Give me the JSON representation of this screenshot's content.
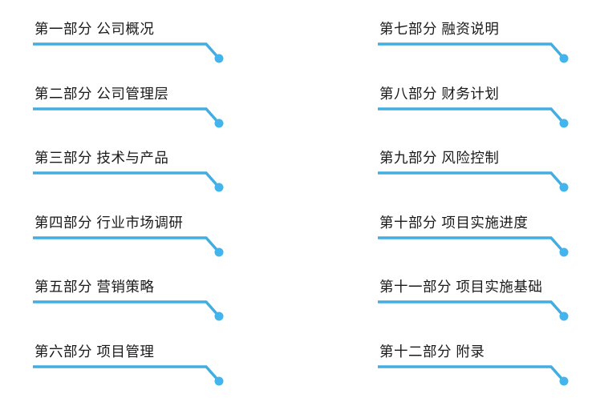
{
  "page": {
    "background_color": "#ffffff",
    "text_color": "#1a1a1a"
  },
  "toc": {
    "accent_line_color": "#42ade0",
    "dot_color": "#44b5ec",
    "items": [
      {
        "label": "第一部分 公司概况"
      },
      {
        "label": "第二部分 公司管理层"
      },
      {
        "label": "第三部分 技术与产品"
      },
      {
        "label": "第四部分 行业市场调研"
      },
      {
        "label": "第五部分 营销策略"
      },
      {
        "label": "第六部分 项目管理"
      },
      {
        "label": "第七部分 融资说明"
      },
      {
        "label": "第八部分 财务计划"
      },
      {
        "label": "第九部分 风险控制"
      },
      {
        "label": "第十部分 项目实施进度"
      },
      {
        "label": "第十一部分 项目实施基础"
      },
      {
        "label": "第十二部分 附录"
      }
    ]
  }
}
